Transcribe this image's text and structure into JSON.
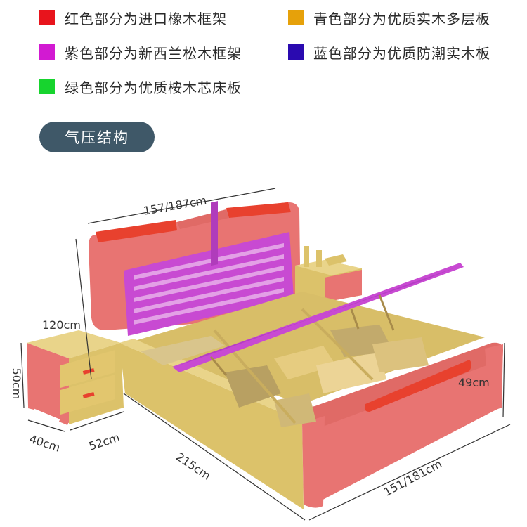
{
  "legend": {
    "items": [
      {
        "label": "红色部分为进口橡木框架",
        "color": "#e8141c"
      },
      {
        "label": "青色部分为优质实木多层板",
        "color": "#e6a10a"
      },
      {
        "label": "紫色部分为新西兰松木框架",
        "color": "#d21ad2"
      },
      {
        "label": "蓝色部分为优质防潮实木板",
        "color": "#2a0ab0"
      },
      {
        "label": "绿色部分为优质桉木芯床板",
        "color": "#17d42e"
      }
    ]
  },
  "badge": {
    "label": "气压结构"
  },
  "dimensions": {
    "headboard_width": "157/187cm",
    "headboard_height": "120cm",
    "footboard_height": "49cm",
    "bed_length": "215cm",
    "bed_width": "151/181cm",
    "nightstand_height": "50cm",
    "nightstand_depth": "40cm",
    "nightstand_width": "52cm"
  },
  "colors": {
    "oak_frame": "#e87472",
    "oak_trim": "#e8412e",
    "multilayer_board": "#dcc26a",
    "pine_frame": "#c84ad2",
    "badge_bg": "#3f5868"
  }
}
